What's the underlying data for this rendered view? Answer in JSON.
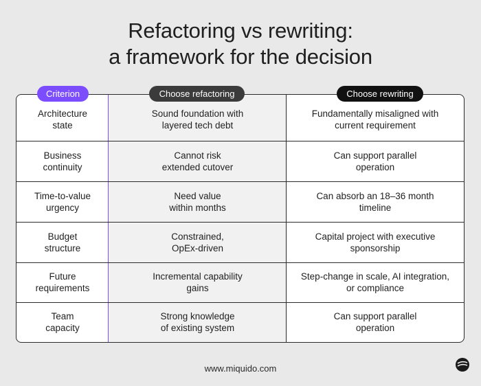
{
  "title": {
    "line1": "Refactoring vs rewriting:",
    "line2": "a framework for the decision"
  },
  "headers": {
    "criterion": "Criterion",
    "refactoring": "Choose refactoring",
    "rewriting": "Choose rewriting"
  },
  "rows": [
    {
      "criterion": "Architecture\nstate",
      "refactoring": "Sound foundation with\nlayered tech debt",
      "rewriting": "Fundamentally misaligned with\ncurrent requirement"
    },
    {
      "criterion": "Business\ncontinuity",
      "refactoring": "Cannot risk\nextended cutover",
      "rewriting": "Can support parallel\noperation"
    },
    {
      "criterion": "Time-to-value\nurgency",
      "refactoring": "Need value\nwithin months",
      "rewriting": "Can absorb an 18–36 month\ntimeline"
    },
    {
      "criterion": "Budget\nstructure",
      "refactoring": "Constrained,\nOpEx-driven",
      "rewriting": "Capital project with executive\nsponsorship"
    },
    {
      "criterion": "Future\nrequirements",
      "refactoring": "Incremental capability\ngains",
      "rewriting": "Step-change in scale, AI integration,\nor compliance"
    },
    {
      "criterion": "Team\ncapacity",
      "refactoring": "Strong knowledge\nof existing system",
      "rewriting": "Can support parallel\noperation"
    }
  ],
  "footer": "www.miquido.com",
  "colors": {
    "accent": "#7c4dff",
    "background": "#e9e9e9",
    "refactor_column_bg": "#f1f1f1",
    "dark_pill": "#111111"
  },
  "logo_icon": "miquido-logo-icon"
}
